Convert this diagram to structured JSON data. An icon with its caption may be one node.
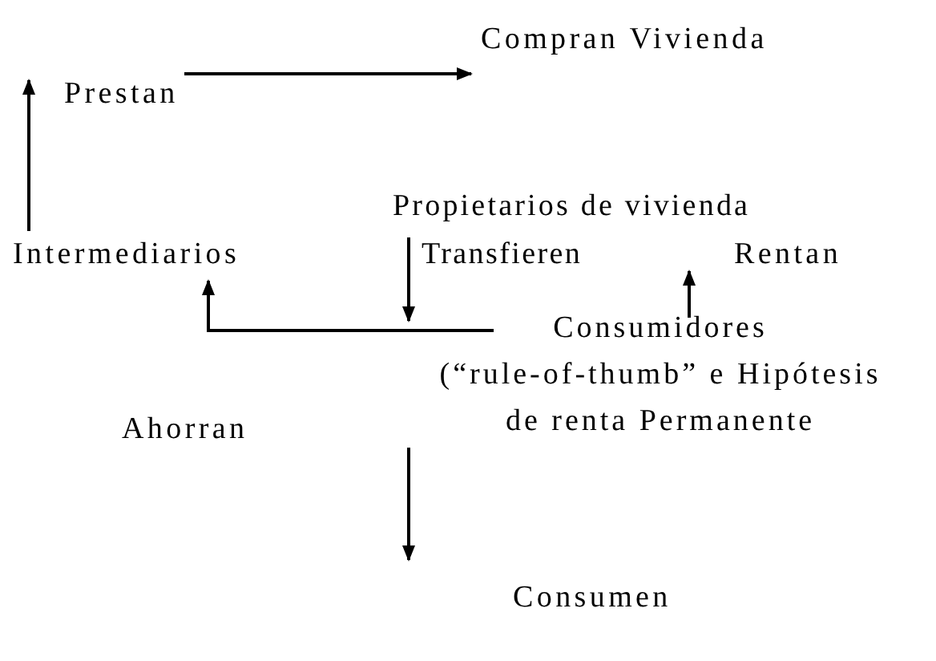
{
  "diagram": {
    "nodes": [
      {
        "text": [
          "Compran Vivienda"
        ]
      },
      {
        "text": [
          "Prestan"
        ]
      },
      {
        "text": [
          "Intermediarios"
        ]
      },
      {
        "text": [
          "Propietarios de vivienda"
        ]
      },
      {
        "text": [
          "Transfieren"
        ]
      },
      {
        "text": [
          "Rentan"
        ]
      },
      {
        "text": [
          "Consumidores (“rule-of-thumb” e Hipótesis de renta Permanente"
        ]
      },
      {
        "text": [
          "Ahorran"
        ]
      },
      {
        "text": [
          "Consumen"
        ]
      }
    ],
    "edges": [
      {
        "from": 2,
        "to": 1,
        "arrow": "to"
      },
      {
        "from": 1,
        "to": 0,
        "arrow": "to"
      },
      {
        "from": 4,
        "to": 6,
        "arrow": "to"
      },
      {
        "from": 6,
        "to": 5,
        "arrow": "to"
      },
      {
        "from": 6,
        "to": 2,
        "arrow": "to"
      },
      {
        "from": 6,
        "to": null,
        "arrow": "to"
      }
    ]
  }
}
